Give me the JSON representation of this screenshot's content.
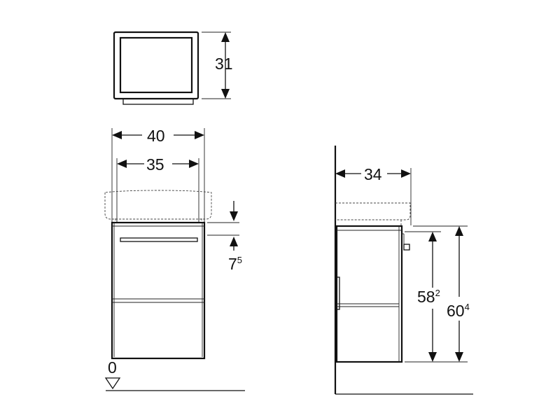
{
  "dimensions": {
    "top_depth": "31",
    "outer_width": "40",
    "inner_width": "35",
    "drop_main": "7",
    "drop_sup": "5",
    "floor_level": "0",
    "side_depth": "34",
    "height_inner_main": "58",
    "height_inner_sup": "2",
    "height_outer_main": "60",
    "height_outer_sup": "4"
  }
}
